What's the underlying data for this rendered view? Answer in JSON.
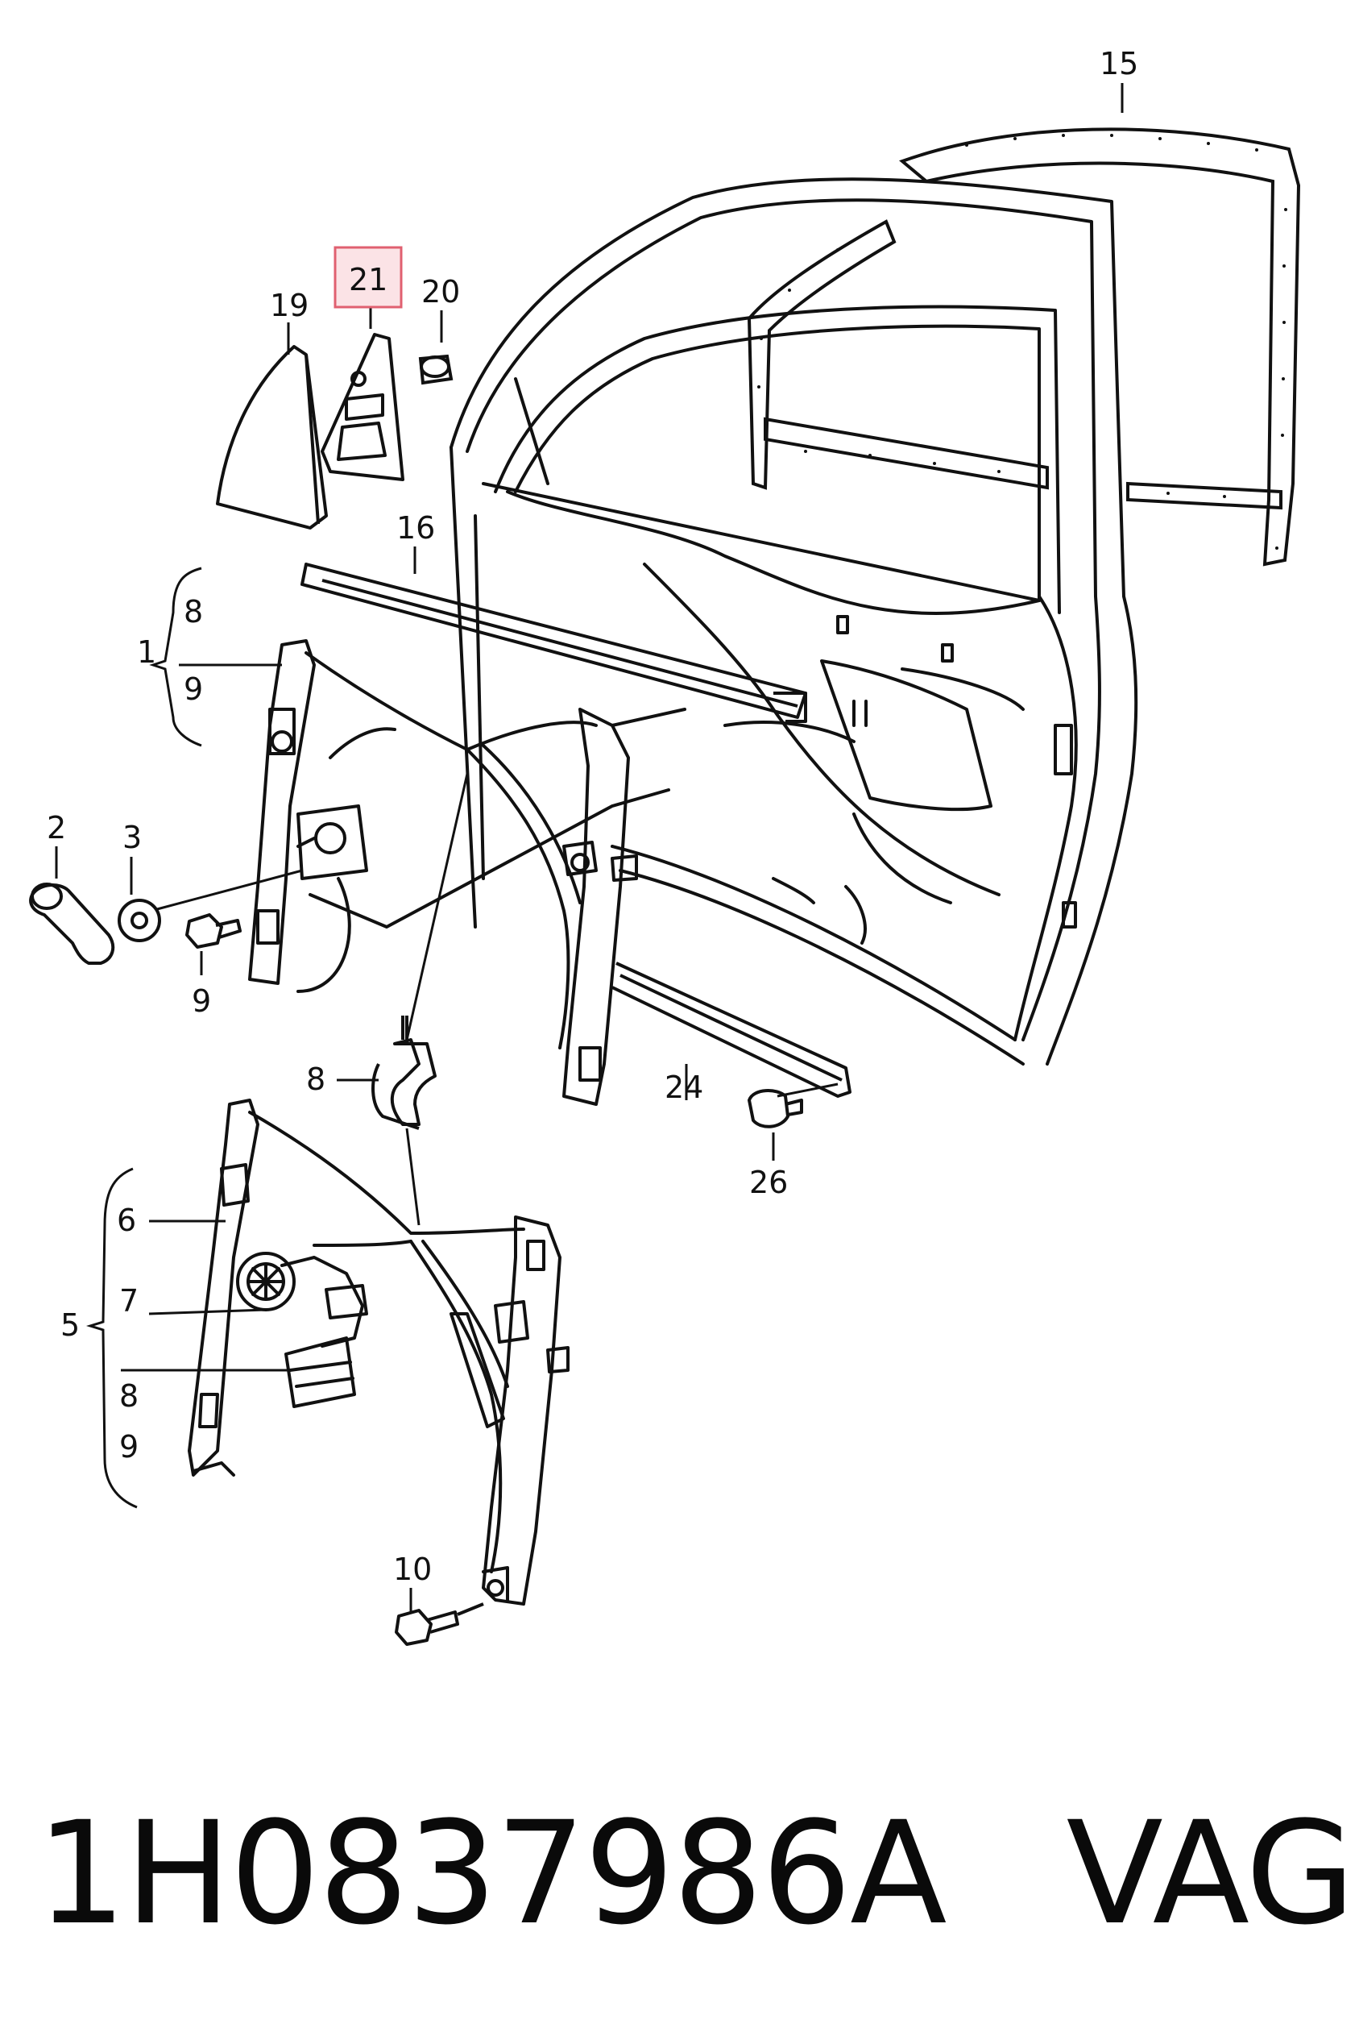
{
  "diagram": {
    "callouts": {
      "c15": "15",
      "c21": "21",
      "c19": "19",
      "c20": "20",
      "c16": "16",
      "c1": "1",
      "c8a": "8",
      "c9a": "9",
      "c2": "2",
      "c3": "3",
      "c9b": "9",
      "c8b": "8",
      "c24": "24",
      "c26": "26",
      "c6": "6",
      "c5": "5",
      "c7": "7",
      "c8c": "8",
      "c9c": "9",
      "c10": "10"
    },
    "highlighted_callout": "21",
    "highlight_color": "#e06070",
    "highlight_fill": "#fbe3e6"
  },
  "footer": {
    "part_number": "1H0837986A",
    "manufacturer": "VAG"
  }
}
